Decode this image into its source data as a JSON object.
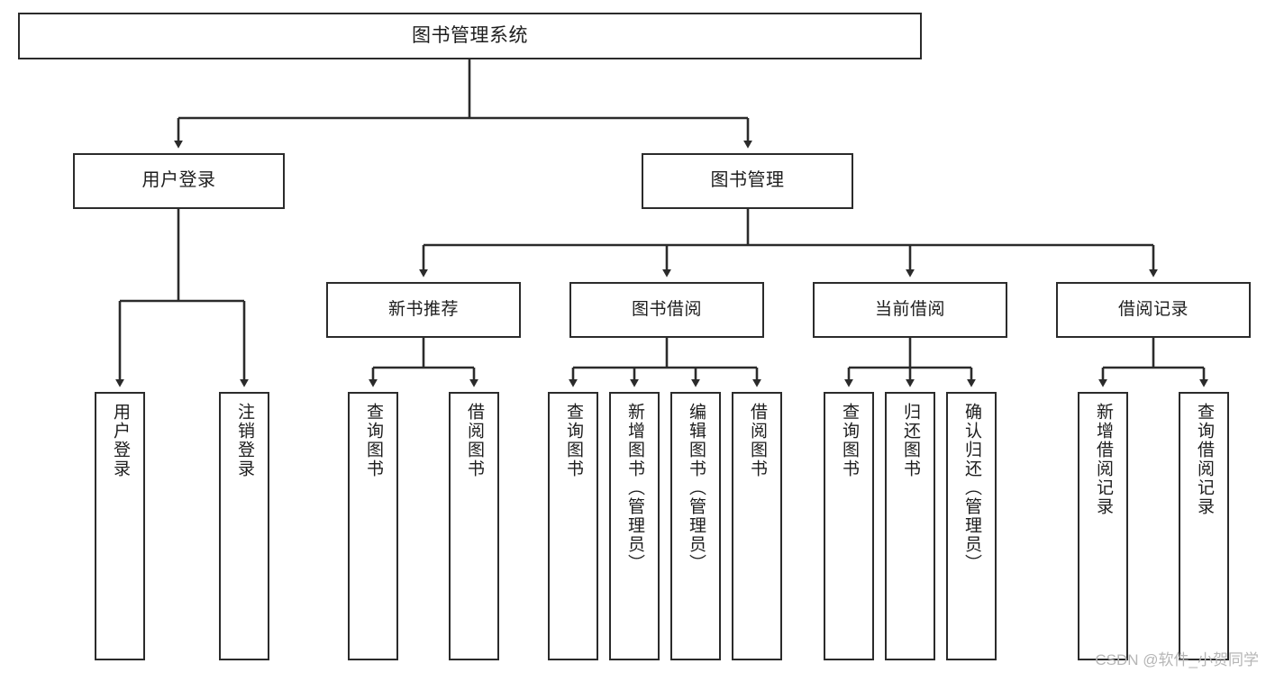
{
  "diagram": {
    "title": "图书管理系统",
    "watermark": "CSDN @软件_小贺同学",
    "colors": {
      "background": "#ffffff",
      "box_border": "#2b2b2b",
      "connector": "#2b2b2b",
      "text": "#1d1d1d",
      "watermark": "#b6b6b6"
    },
    "root": {
      "label": "图书管理系统"
    },
    "branches": [
      {
        "label": "用户登录"
      },
      {
        "label": "图书管理"
      }
    ],
    "groups": [
      {
        "label": "新书推荐"
      },
      {
        "label": "图书借阅"
      },
      {
        "label": "当前借阅"
      },
      {
        "label": "借阅记录"
      }
    ],
    "leaves": {
      "user_login": [
        {
          "label": "用户登录"
        },
        {
          "label": "注销登录"
        }
      ],
      "new_book_recommend": [
        {
          "label": "查询图书"
        },
        {
          "label": "借阅图书"
        }
      ],
      "book_borrow": [
        {
          "label": "查询图书"
        },
        {
          "label": "新增图书（管理员）"
        },
        {
          "label": "编辑图书（管理员）"
        },
        {
          "label": "借阅图书"
        }
      ],
      "current_borrow": [
        {
          "label": "查询图书"
        },
        {
          "label": "归还图书"
        },
        {
          "label": "确认归还（管理员）"
        }
      ],
      "borrow_record": [
        {
          "label": "新增借阅记录"
        },
        {
          "label": "查询借阅记录"
        }
      ]
    }
  }
}
